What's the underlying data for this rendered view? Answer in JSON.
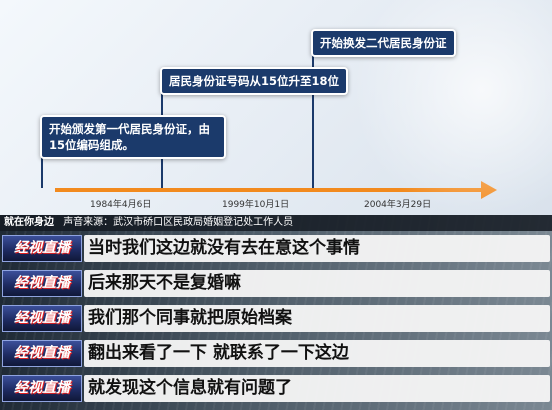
{
  "timeline": {
    "events": [
      {
        "date": "1984年4月6日",
        "text": "开始颁发第一代居民身份证，由15位编码组成。"
      },
      {
        "date": "1999年10月1日",
        "text": "居民身份证号码从15位升至18位"
      },
      {
        "date": "2004年3月29日",
        "text": "开始换发二代居民身份证"
      }
    ]
  },
  "news": {
    "source_tag": "就在你身边",
    "source_text": "声音来源：武汉市硚口区民政局婚姻登记处工作人员",
    "logo_text": "经视直播",
    "subtitles": [
      "当时我们这边就没有去在意这个事情",
      "后来那天不是复婚嘛",
      "我们那个同事就把原始档案",
      "翻出来看了一下  就联系了一下这边",
      "就发现这个信息就有问题了"
    ]
  },
  "colors": {
    "callout_bg": "#1b3a6b",
    "axis": "#f28a1e"
  }
}
